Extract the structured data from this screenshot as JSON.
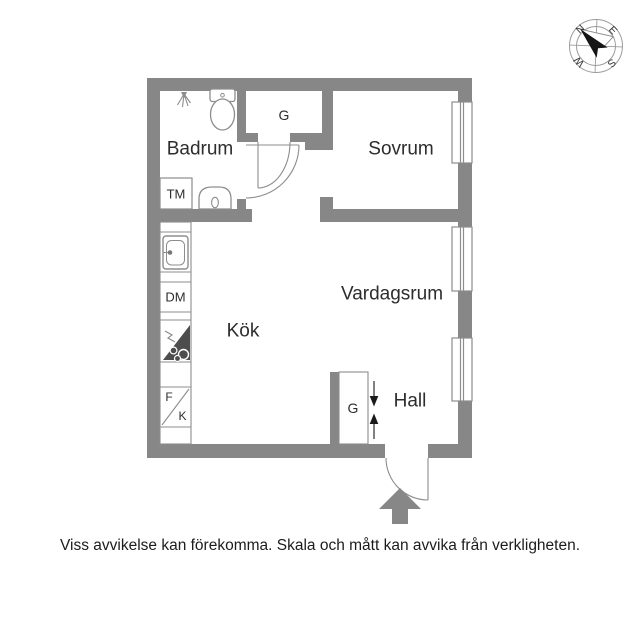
{
  "colors": {
    "wall": "#878787",
    "line": "#8d8d8d",
    "thin": "#9b9b9b",
    "stove": "#4d4d4d",
    "text": "#2d2d2d"
  },
  "rooms": {
    "badrum": "Badrum",
    "sovrum": "Sovrum",
    "vardagsrum": "Vardagsrum",
    "kok": "Kök",
    "hall": "Hall"
  },
  "closets": {
    "bathroom_closet": "G",
    "hall_closet": "G"
  },
  "appliances": {
    "washing_machine": "TM",
    "dishwasher": "DM",
    "fridge": "F",
    "freezer": "K"
  },
  "compass": {
    "north": "N",
    "east": "E",
    "south": "S",
    "west": "W"
  },
  "footer": {
    "disclaimer": "Viss avvikelse kan förekomma. Skala och mått kan avvika från verkligheten."
  }
}
